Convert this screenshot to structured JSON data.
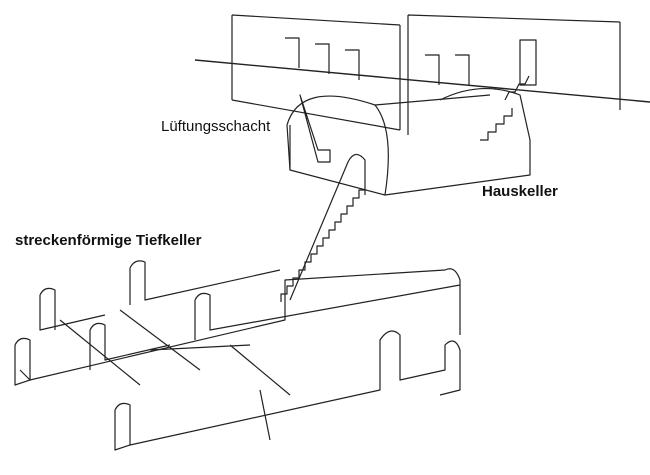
{
  "labels": {
    "ventilation_shaft": "Lüftungsschacht",
    "house_cellar": "Hauskeller",
    "deep_cellar": "streckenförmige Tiefkeller"
  },
  "colors": {
    "line": "#222222",
    "background": "#ffffff"
  }
}
